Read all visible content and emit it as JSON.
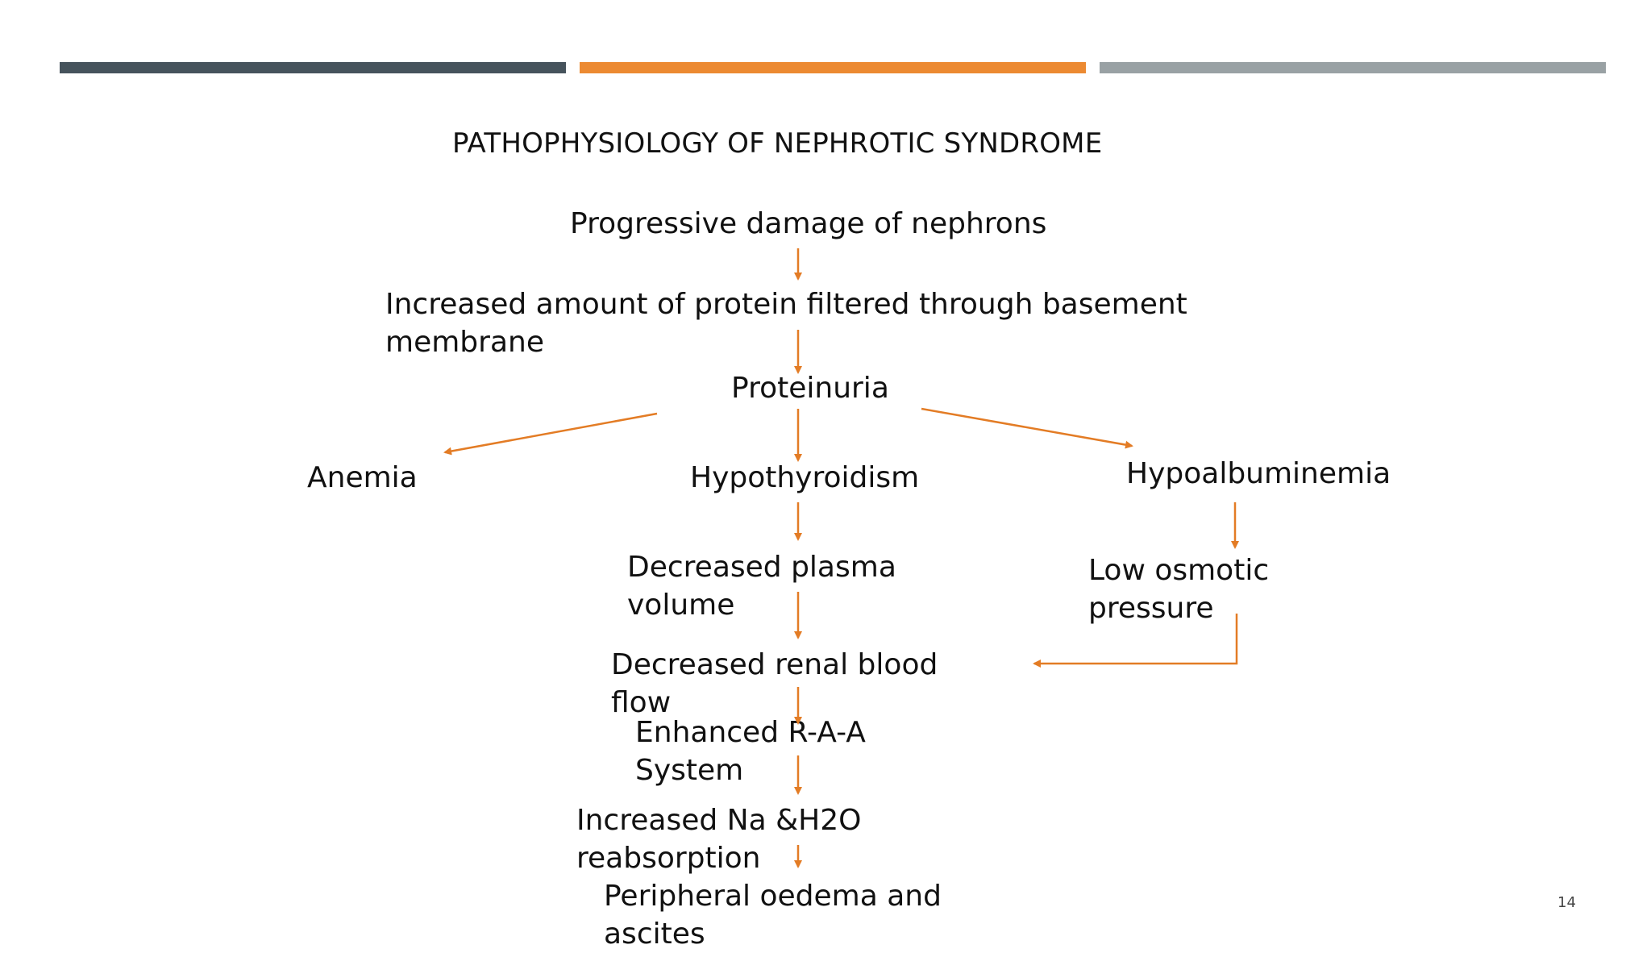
{
  "colors": {
    "bar_left": "#46535c",
    "bar_center": "#ec8a32",
    "bar_right": "#99a1a4",
    "arrow": "#e37c25"
  },
  "slide": {
    "title": "PATHOPHYSIOLOGY OF NEPHROTIC SYNDROME",
    "page_number": "14"
  },
  "flow": {
    "progressive_damage": "Progressive damage of nephrons",
    "increased_protein_line1": "Increased amount of protein filtered through basement",
    "increased_protein_line2": "membrane",
    "proteinuria": "Proteinuria",
    "anemia": "Anemia",
    "hypothyroidism": "Hypothyroidism",
    "hypoalbuminemia": "Hypoalbuminemia",
    "decreased_plasma_line1": "Decreased plasma",
    "decreased_plasma_line2": "volume",
    "low_osmotic_line1": "Low osmotic",
    "low_osmotic_line2": "pressure",
    "decreased_renal_line1": "Decreased renal blood",
    "decreased_renal_line2": "flow",
    "enhanced_raa_line1": "Enhanced R-A-A",
    "enhanced_raa_line2": "System",
    "increased_na_line1": "Increased Na &H2O",
    "increased_na_line2": "reabsorption",
    "peripheral_line1": "Peripheral oedema and",
    "peripheral_line2": "ascites"
  }
}
